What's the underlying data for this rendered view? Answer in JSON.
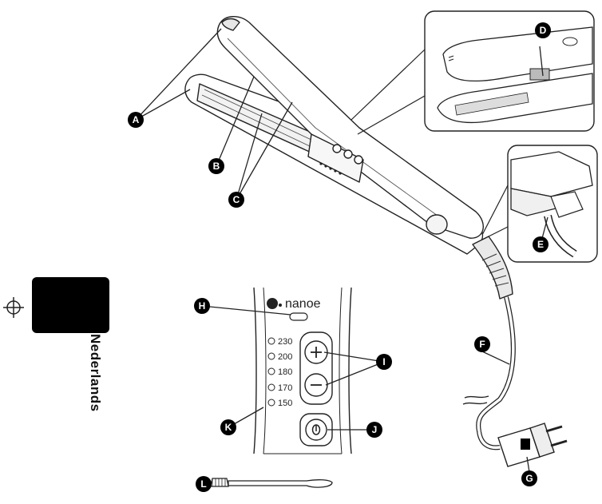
{
  "side_tab_label": "Nederlands",
  "brand": "nanoe",
  "temperatures": [
    "230",
    "200",
    "180",
    "170",
    "150"
  ],
  "callouts": [
    "A",
    "B",
    "C",
    "D",
    "E",
    "F",
    "G",
    "H",
    "I",
    "J",
    "K",
    "L"
  ],
  "colors": {
    "line": "#222222",
    "callout_fill": "#000000",
    "tab_fill": "#000000"
  },
  "icons": {
    "plus": "plus-icon",
    "minus": "minus-icon",
    "power": "power-icon",
    "registration": "registration-mark-icon"
  }
}
